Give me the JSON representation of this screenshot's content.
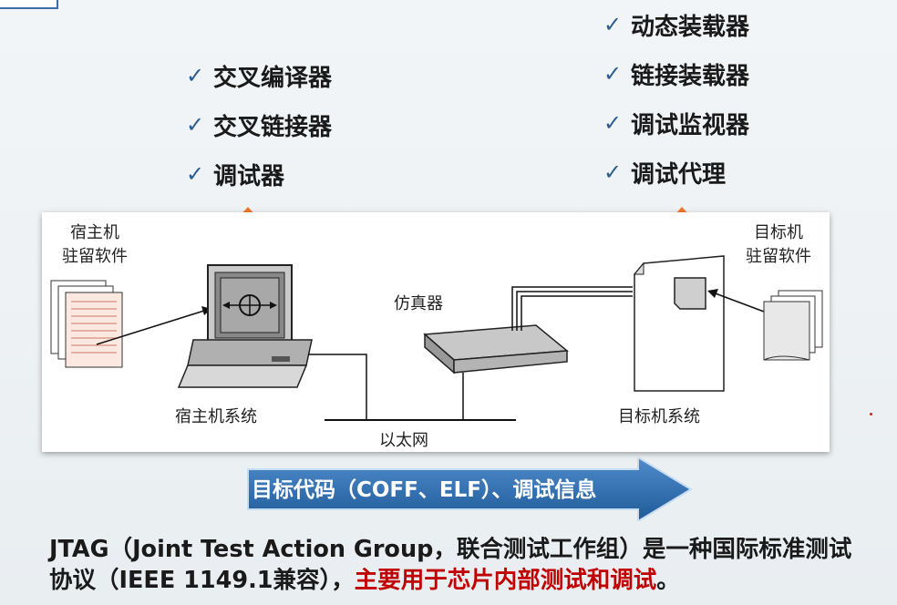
{
  "host_tools": [
    "交叉编译器",
    "交叉链接器",
    "调试器"
  ],
  "target_tools": [
    "动态装载器",
    "链接装载器",
    "调试监视器",
    "调试代理"
  ],
  "diagram": {
    "host_software": "宿主机\n驻留软件",
    "target_software": "目标机\n驻留软件",
    "emulator": "仿真器",
    "host_system": "宿主机系统",
    "target_system": "目标机系统",
    "ethernet": "以太网"
  },
  "arrow_text": "目标代码（COFF、ELF）、调试信息",
  "paragraph": {
    "normal": "JTAG（Joint Test Action Group，联合测试工作组）是一种国际标准测试协议（IEEE 1149.1兼容），",
    "highlight": "主要用于芯片内部测试和调试",
    "end": "。"
  },
  "colors": {
    "tick": "#2c5d8f",
    "highlight": "#c00000",
    "up_arrow": "#f07a2a",
    "banner": "#2f6aa8"
  }
}
